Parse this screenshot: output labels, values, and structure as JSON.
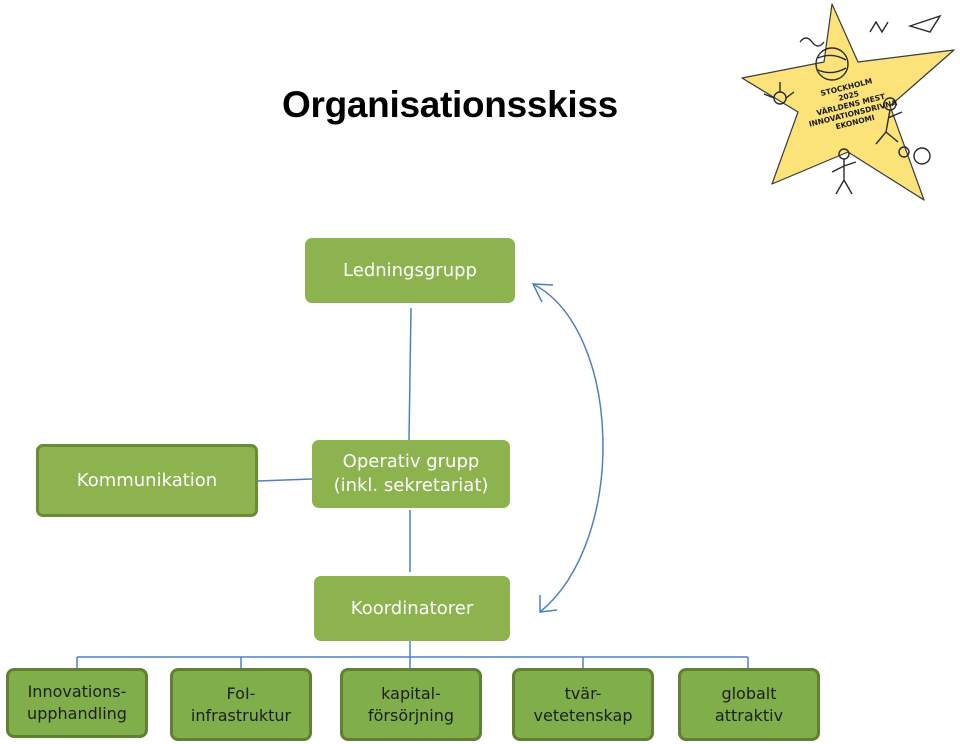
{
  "title": "Organisationsskiss",
  "colors": {
    "box_fill": "#8db34f",
    "leaf_fill": "#7fae4a",
    "box_border": "#6a8c34",
    "connector": "#4f81bd",
    "logo_yellow": "#fbe37a"
  },
  "nodes": {
    "ledningsgrupp": "Ledningsgrupp",
    "kommunikation": "Kommunikation",
    "operativ_grupp": "Operativ grupp\n(inkl. sekretariat)",
    "koordinatorer": "Koordinatorer",
    "leaves": [
      "Innovations-\nupphandling",
      "FoI-\ninfrastruktur",
      "kapital-\nförsörjning",
      "tvär-\nvetetenskap",
      "globalt\nattraktiv"
    ]
  },
  "logo": {
    "text_lines": [
      "STOCKHOLM",
      "2025",
      "VÄRLDENS MEST",
      "INNOVATIONSDRIVNA",
      "EKONOMI"
    ]
  }
}
